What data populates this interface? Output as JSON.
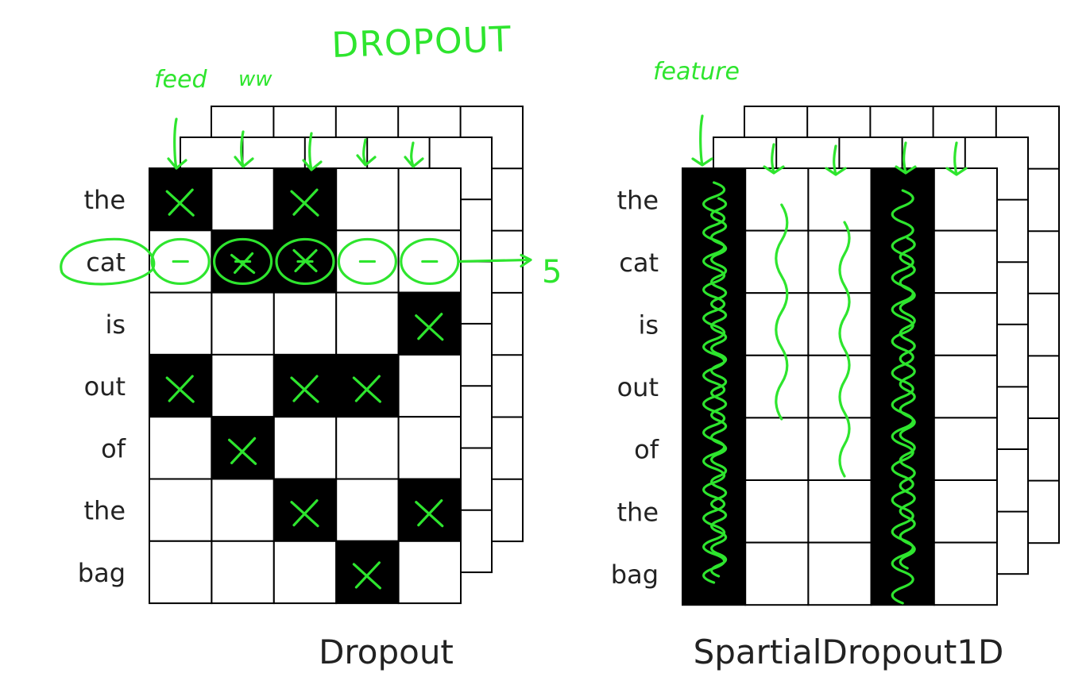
{
  "rows": [
    "the",
    "cat",
    "is",
    "out",
    "of",
    "the",
    "bag"
  ],
  "panels": [
    {
      "caption": "Dropout",
      "dropped_cells": [
        [
          0,
          0
        ],
        [
          0,
          2
        ],
        [
          1,
          1
        ],
        [
          1,
          2
        ],
        [
          2,
          4
        ],
        [
          3,
          0
        ],
        [
          3,
          2
        ],
        [
          3,
          3
        ],
        [
          4,
          1
        ],
        [
          5,
          2
        ],
        [
          5,
          4
        ],
        [
          6,
          3
        ]
      ]
    },
    {
      "caption": "SpartialDropout1D",
      "dropped_columns": [
        0,
        3
      ]
    }
  ],
  "annotations": {
    "title": "DROPOUT",
    "left_feature_note": "feed",
    "left_word_note": "ww",
    "right_feature_note": "feature",
    "cat_row_count": "5"
  },
  "colors": {
    "ink": "#2ee52e",
    "cell_dropped": "#000000",
    "cell_kept": "#ffffff"
  }
}
